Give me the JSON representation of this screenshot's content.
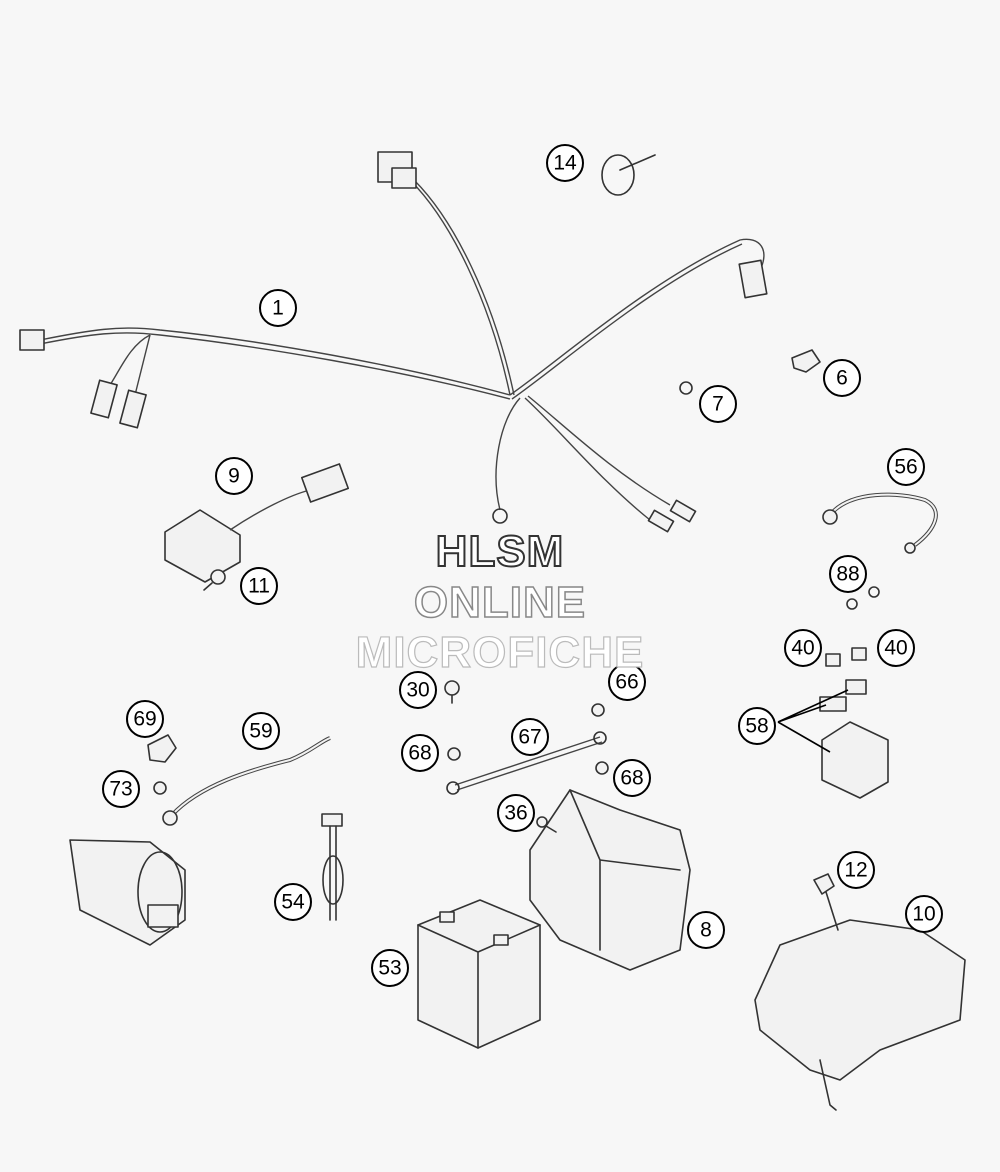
{
  "watermark": {
    "line1": "HLSM",
    "line2": "ONLINE",
    "line3": "MICROFICHE"
  },
  "callouts": [
    {
      "id": "c1",
      "label": "1"
    },
    {
      "id": "c6",
      "label": "6"
    },
    {
      "id": "c7",
      "label": "7"
    },
    {
      "id": "c8",
      "label": "8"
    },
    {
      "id": "c9",
      "label": "9"
    },
    {
      "id": "c10",
      "label": "10"
    },
    {
      "id": "c11",
      "label": "11"
    },
    {
      "id": "c12",
      "label": "12"
    },
    {
      "id": "c14",
      "label": "14"
    },
    {
      "id": "c30",
      "label": "30"
    },
    {
      "id": "c36",
      "label": "36"
    },
    {
      "id": "c40a",
      "label": "40"
    },
    {
      "id": "c40b",
      "label": "40"
    },
    {
      "id": "c53",
      "label": "53"
    },
    {
      "id": "c54",
      "label": "54"
    },
    {
      "id": "c56",
      "label": "56"
    },
    {
      "id": "c58",
      "label": "58"
    },
    {
      "id": "c59",
      "label": "59"
    },
    {
      "id": "c66",
      "label": "66"
    },
    {
      "id": "c67",
      "label": "67"
    },
    {
      "id": "c68a",
      "label": "68"
    },
    {
      "id": "c68b",
      "label": "68"
    },
    {
      "id": "c69",
      "label": "69"
    },
    {
      "id": "c73",
      "label": "73"
    },
    {
      "id": "c88",
      "label": "88"
    }
  ]
}
